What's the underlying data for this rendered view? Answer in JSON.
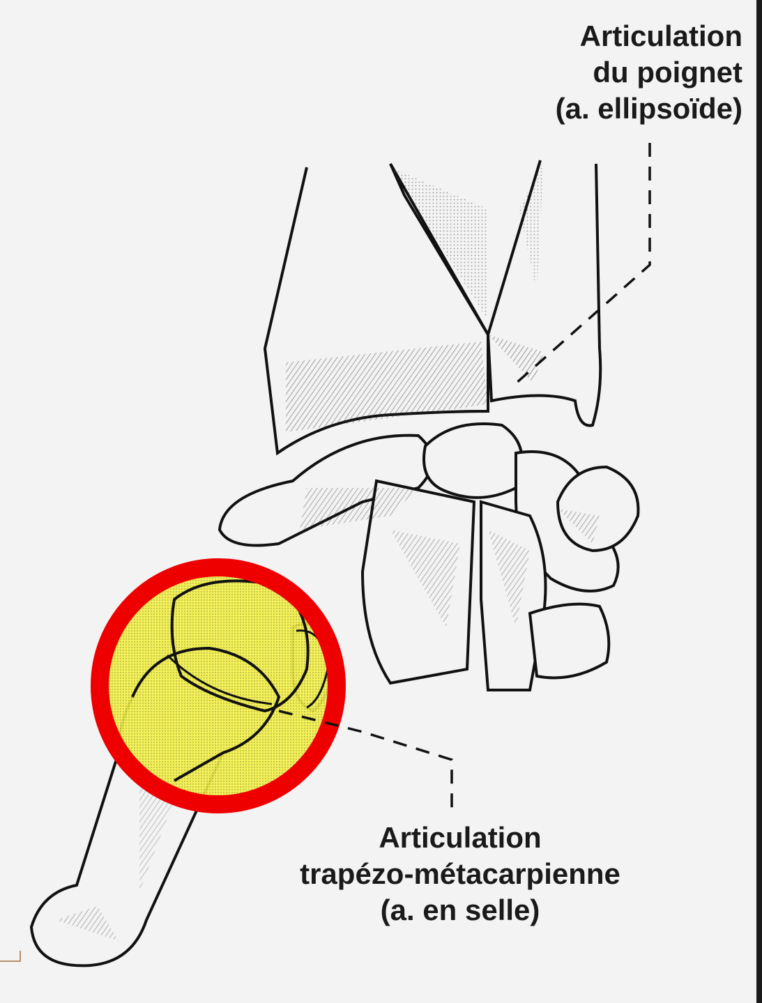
{
  "labels": {
    "wrist_joint": {
      "line1": "Articulation",
      "line2": "du poignet",
      "line3": "(a. ellipsoïde)"
    },
    "trapeziometacarpal_joint": {
      "line1": "Articulation",
      "line2": "trapézo-métacarpienne",
      "line3": "(a. en selle)"
    }
  },
  "highlight": {
    "ring_color": "#ee0000",
    "fill_color": "#f2f04a"
  }
}
